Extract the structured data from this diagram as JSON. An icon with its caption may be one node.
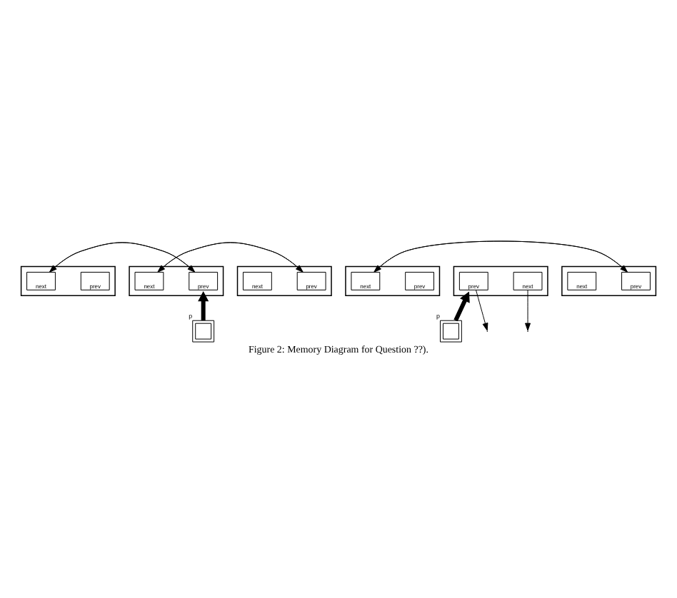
{
  "diagram": {
    "caption": "Figure 2: Memory Diagram for Question ??).",
    "nodes": [
      {
        "text": [],
        "shape": "box"
      },
      {
        "text": [
          "prev"
        ],
        "in": 0
      },
      {
        "text": [
          "next"
        ],
        "in": 0
      },
      {
        "text": [],
        "shape": "box"
      },
      {
        "text": [
          "prev"
        ],
        "in": 3
      },
      {
        "text": [
          "next"
        ],
        "in": 3
      },
      {
        "text": [],
        "shape": "box"
      },
      {
        "text": [
          "prev"
        ],
        "in": 6
      },
      {
        "text": [
          "next"
        ],
        "in": 6
      },
      {
        "text": [],
        "shape": "box",
        "beside": [
          "p"
        ]
      },
      {
        "text": [],
        "shape": "box"
      },
      {
        "text": [
          "prev"
        ],
        "in": 10
      },
      {
        "text": [
          "next"
        ],
        "in": 10
      },
      {
        "text": [],
        "shape": "box"
      },
      {
        "text": [
          "prev"
        ],
        "in": 13
      },
      {
        "text": [
          "next"
        ],
        "in": 13
      },
      {
        "text": [],
        "shape": "box"
      },
      {
        "text": [
          "prev"
        ],
        "in": 16
      },
      {
        "text": [
          "next"
        ],
        "in": 16
      },
      {
        "text": [],
        "shape": "box",
        "beside": [
          "p"
        ]
      }
    ],
    "edges": [
      {
        "from": 2,
        "to": 4,
        "arrow": "to"
      },
      {
        "from": 4,
        "to": 2,
        "arrow": "to"
      },
      {
        "from": 5,
        "to": 7,
        "arrow": "to"
      },
      {
        "from": 7,
        "to": 5,
        "arrow": "to"
      },
      {
        "from": 9,
        "to": 3,
        "arrow": "to",
        "style": "thick"
      },
      {
        "from": 12,
        "to": 17,
        "arrow": "to"
      },
      {
        "from": 17,
        "to": 12,
        "arrow": "to"
      },
      {
        "from": 14,
        "to": null,
        "arrow": "to"
      },
      {
        "from": 15,
        "to": null,
        "arrow": "to"
      },
      {
        "from": 19,
        "to": 13,
        "arrow": "to",
        "style": "thick"
      }
    ]
  }
}
